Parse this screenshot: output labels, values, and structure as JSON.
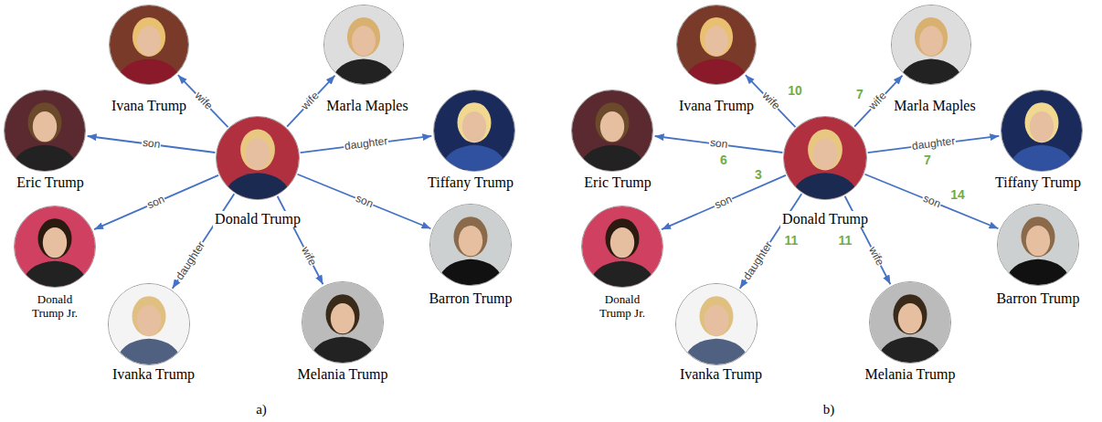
{
  "diagram": {
    "nodes": [
      {
        "text": [
          "Donald Trump"
        ]
      },
      {
        "text": [
          "Ivana Trump"
        ]
      },
      {
        "text": [
          "Marla Maples"
        ]
      },
      {
        "text": [
          "Eric Trump"
        ]
      },
      {
        "text": [
          "Tiffany Trump"
        ]
      },
      {
        "text": [
          "Donald Trump Jr."
        ]
      },
      {
        "text": [
          "Barron Trump"
        ]
      },
      {
        "text": [
          "Ivanka Trump"
        ]
      },
      {
        "text": [
          "Melania Trump"
        ]
      },
      {
        "text": [
          "Donald Trump"
        ]
      },
      {
        "text": [
          "Ivana Trump"
        ]
      },
      {
        "text": [
          "Marla Maples"
        ]
      },
      {
        "text": [
          "Eric Trump"
        ]
      },
      {
        "text": [
          "Tiffany Trump"
        ]
      },
      {
        "text": [
          "Donald Trump Jr."
        ]
      },
      {
        "text": [
          "Barron Trump"
        ]
      },
      {
        "text": [
          "Ivanka Trump"
        ]
      },
      {
        "text": [
          "Melania Trump"
        ]
      }
    ],
    "edges": [
      {
        "from": 0,
        "to": 1,
        "arrow": "to",
        "label": "wife"
      },
      {
        "from": 0,
        "to": 2,
        "arrow": "to",
        "label": "wife"
      },
      {
        "from": 0,
        "to": 3,
        "arrow": "to",
        "label": "son"
      },
      {
        "from": 0,
        "to": 4,
        "arrow": "to",
        "label": "daughter"
      },
      {
        "from": 0,
        "to": 5,
        "arrow": "to",
        "label": "son"
      },
      {
        "from": 0,
        "to": 6,
        "arrow": "to",
        "label": "son"
      },
      {
        "from": 0,
        "to": 7,
        "arrow": "to",
        "label": "daughter"
      },
      {
        "from": 0,
        "to": 8,
        "arrow": "to",
        "label": "wife"
      },
      {
        "from": 9,
        "to": 10,
        "arrow": "to",
        "label": "wife"
      },
      {
        "from": 9,
        "to": 11,
        "arrow": "to",
        "label": "wife"
      },
      {
        "from": 9,
        "to": 12,
        "arrow": "to",
        "label": "son"
      },
      {
        "from": 9,
        "to": 13,
        "arrow": "to",
        "label": "daughter"
      },
      {
        "from": 9,
        "to": 14,
        "arrow": "to",
        "label": "son"
      },
      {
        "from": 9,
        "to": 15,
        "arrow": "to",
        "label": "son"
      },
      {
        "from": 9,
        "to": 16,
        "arrow": "to",
        "label": "daughter"
      },
      {
        "from": 9,
        "to": 17,
        "arrow": "to",
        "label": "wife"
      }
    ],
    "labels": [
      "10",
      "7",
      "6",
      "7",
      "3",
      "11",
      "14",
      "11",
      "a)",
      "b)"
    ]
  }
}
